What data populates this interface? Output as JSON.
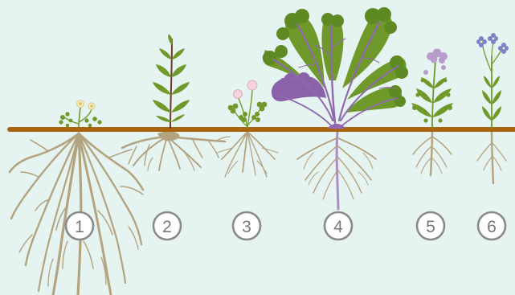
{
  "colors": {
    "background": "#e5f3f1",
    "soil_line": "#a8640f",
    "root": "#b3a37f",
    "root_purple": "#ab8fc4",
    "leaf_green": "#6f9a2b",
    "leaf_dark": "#4f7b1f",
    "vein": "#9068b0",
    "purple": "#8a62aa",
    "clover_pink": "#f3d3df",
    "chamomile_cream": "#f2e7b8",
    "phacelia": "#b99ccc",
    "flax_blue": "#7f82c6",
    "badge_stroke": "#8a8a8a"
  },
  "plants": [
    {
      "id": "plant-1",
      "label": "1"
    },
    {
      "id": "plant-2",
      "label": "2"
    },
    {
      "id": "plant-3",
      "label": "3"
    },
    {
      "id": "plant-4",
      "label": "4"
    },
    {
      "id": "plant-5",
      "label": "5"
    },
    {
      "id": "plant-6",
      "label": "6"
    }
  ]
}
